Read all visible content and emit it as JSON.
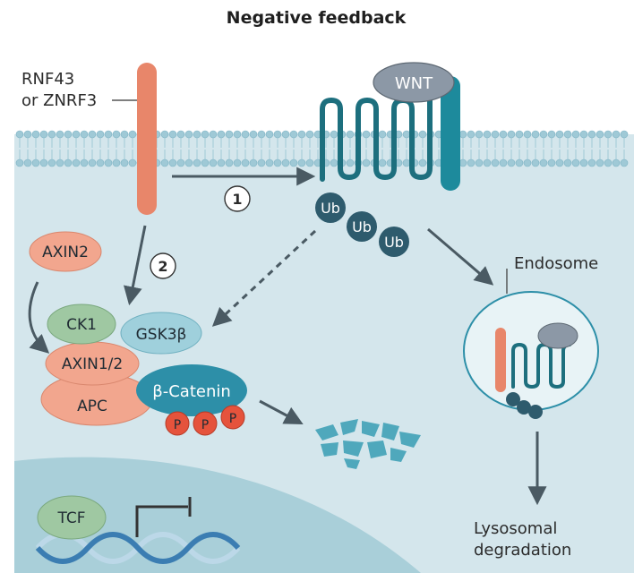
{
  "title": "Negative feedback",
  "labels": {
    "rnf43_line1": "RNF43",
    "rnf43_line2": "or ZNRF3",
    "wnt": "WNT",
    "ub": "Ub",
    "step1": "1",
    "step2": "2",
    "axin2": "AXIN2",
    "ck1": "CK1",
    "gsk3b": "GSK3β",
    "axin12": "AXIN1/2",
    "apc": "APC",
    "bcatenin": "β-Catenin",
    "phospho": "P",
    "endosome": "Endosome",
    "tcf": "TCF",
    "lysosomal_line1": "Lysosomal",
    "lysosomal_line2": "degradation"
  },
  "colors": {
    "cytoplasm": "#d4e6ec",
    "nucleus": "#a9cfd9",
    "membrane_head": "#9fc9d6",
    "rnf43": "#e8866a",
    "receptor": "#1d6f7e",
    "lrp": "#1d8a9c",
    "wnt": "#8c98a6",
    "ub": "#2e5b6d",
    "apc_axin": "#f2a68e",
    "ck1": "#9fc8a2",
    "gsk3b": "#9fd0dc",
    "bcatenin": "#2d8fa8",
    "phospho": "#e5533c",
    "arrow": "#4a5a63",
    "fragments": "#4fa8bc",
    "dna_a": "#3b7db2",
    "dna_b": "#bcd8e8"
  }
}
